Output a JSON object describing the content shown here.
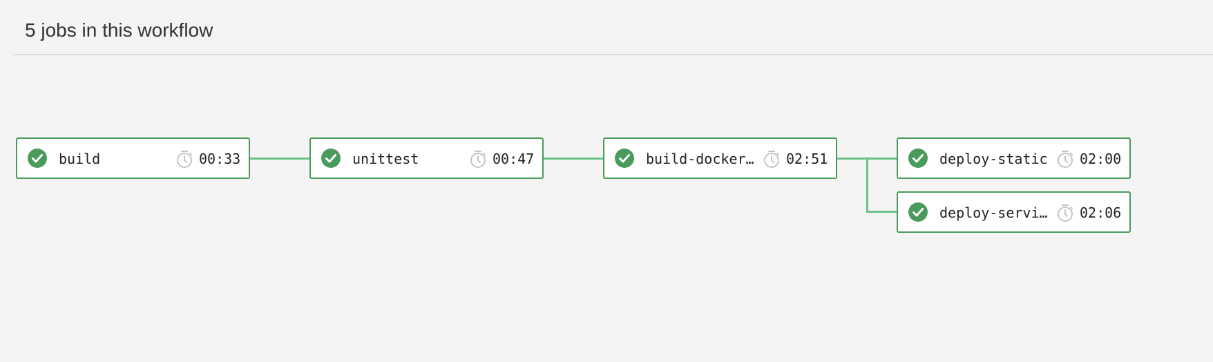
{
  "header": {
    "title": "5 jobs in this workflow"
  },
  "colors": {
    "success": "#4a9a5c",
    "connector": "#6cc08b",
    "timer": "#c4c4c4",
    "background": "#f4f4f4"
  },
  "jobs": [
    {
      "name": "build",
      "duration": "00:33",
      "status": "success",
      "status_icon": "check-circle-icon",
      "timer_icon": "stopwatch-icon"
    },
    {
      "name": "unittest",
      "duration": "00:47",
      "status": "success",
      "status_icon": "check-circle-icon",
      "timer_icon": "stopwatch-icon"
    },
    {
      "name": "build-docker…",
      "duration": "02:51",
      "status": "success",
      "status_icon": "check-circle-icon",
      "timer_icon": "stopwatch-icon"
    },
    {
      "name": "deploy-static",
      "duration": "02:00",
      "status": "success",
      "status_icon": "check-circle-icon",
      "timer_icon": "stopwatch-icon"
    },
    {
      "name": "deploy-servi…",
      "duration": "02:06",
      "status": "success",
      "status_icon": "check-circle-icon",
      "timer_icon": "stopwatch-icon"
    }
  ]
}
